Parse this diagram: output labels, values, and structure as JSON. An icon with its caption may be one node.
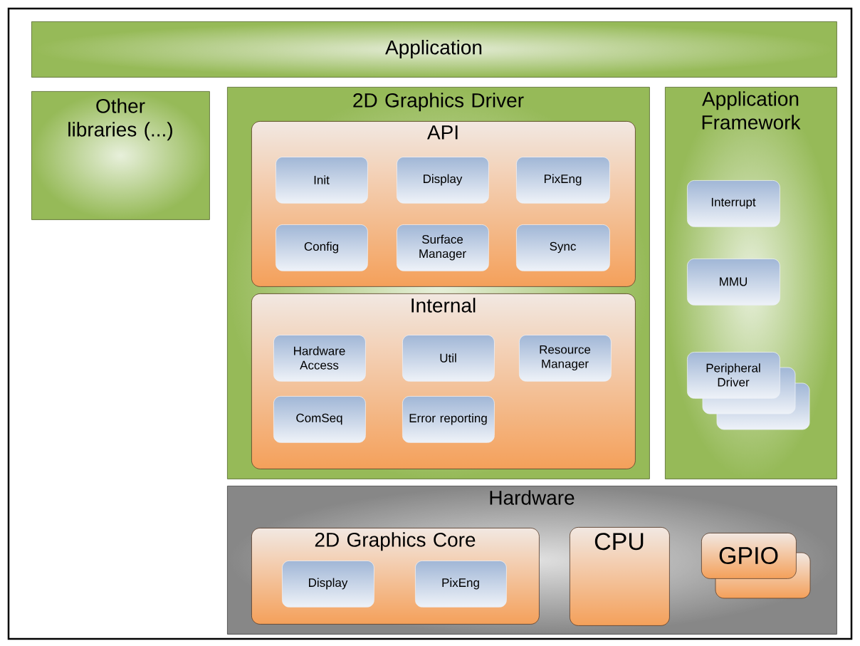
{
  "diagram": {
    "nodes": [
      {
        "text": [
          "Application"
        ]
      },
      {
        "text": [
          "Other libraries (...)"
        ]
      },
      {
        "text": [
          "2D Graphics Driver"
        ]
      },
      {
        "text": [
          "API"
        ],
        "in": 2
      },
      {
        "text": [
          "Init"
        ],
        "in": 3
      },
      {
        "text": [
          "Display"
        ],
        "in": 3
      },
      {
        "text": [
          "PixEng"
        ],
        "in": 3
      },
      {
        "text": [
          "Config"
        ],
        "in": 3
      },
      {
        "text": [
          "Surface Manager"
        ],
        "in": 3
      },
      {
        "text": [
          "Sync"
        ],
        "in": 3
      },
      {
        "text": [
          "Internal"
        ],
        "in": 2
      },
      {
        "text": [
          "Hardware Access"
        ],
        "in": 10
      },
      {
        "text": [
          "Util"
        ],
        "in": 10
      },
      {
        "text": [
          "Resource Manager"
        ],
        "in": 10
      },
      {
        "text": [
          "ComSeq"
        ],
        "in": 10
      },
      {
        "text": [
          "Error reporting"
        ],
        "in": 10
      },
      {
        "text": [
          "Application Framework"
        ]
      },
      {
        "text": [
          "Interrupt"
        ],
        "in": 16
      },
      {
        "text": [
          "MMU"
        ],
        "in": 16
      },
      {
        "text": [
          "Peripheral Driver"
        ],
        "in": 16
      },
      {
        "text": [
          "Hardware"
        ]
      },
      {
        "text": [
          "2D Graphics Core"
        ],
        "in": 20
      },
      {
        "text": [
          "Display"
        ],
        "in": 21
      },
      {
        "text": [
          "PixEng"
        ],
        "in": 21
      },
      {
        "text": [
          "CPU"
        ],
        "in": 20
      },
      {
        "text": [
          "GPIO"
        ],
        "in": 20
      }
    ]
  }
}
